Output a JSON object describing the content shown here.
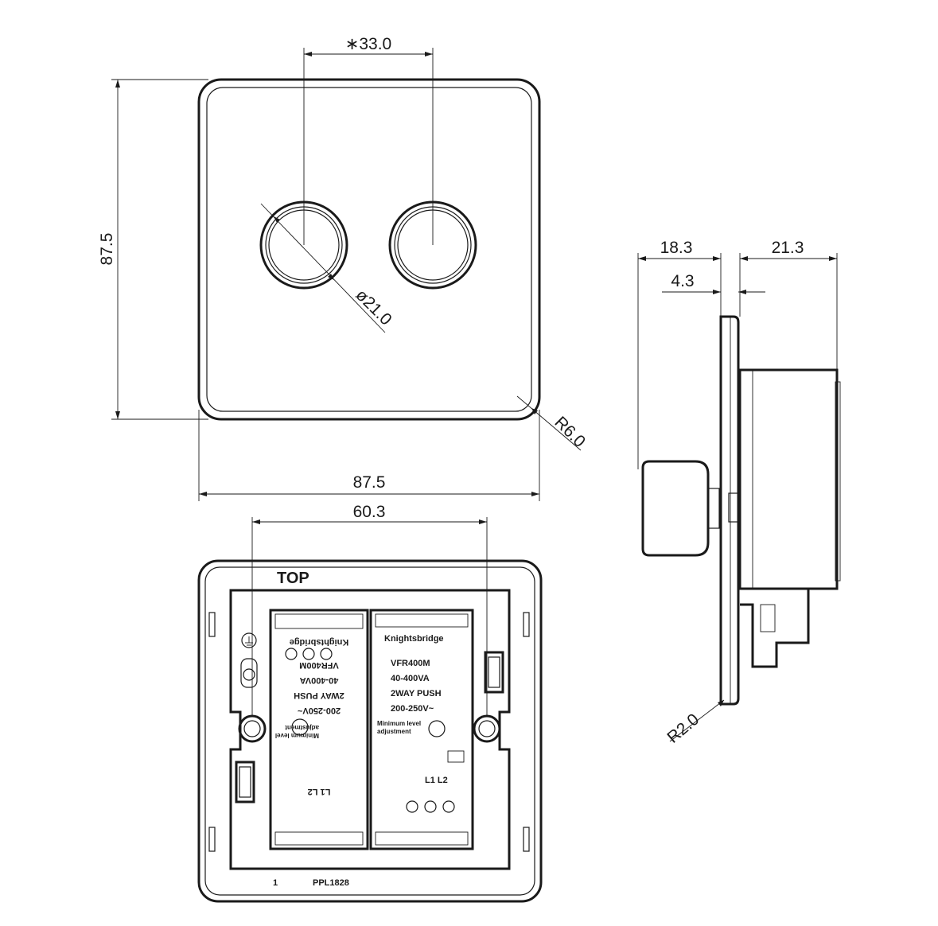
{
  "front_view": {
    "dim_width": "87.5",
    "dim_height": "87.5",
    "dim_centres": "∗33.0",
    "dim_knob_dia": "ø21.0",
    "dim_corner_radius": "R6.0"
  },
  "rear_view": {
    "top_label": "TOP",
    "dim_fixing_centres": "60.3",
    "module_left": {
      "brand": "Knightsbridge",
      "model": "VFR400M",
      "rating": "40-400VA",
      "type": "2WAY PUSH",
      "voltage": "200-250V~",
      "min_level_1": "Minimum level",
      "min_level_2": "adjustment",
      "terminals": "L1  L2"
    },
    "module_right": {
      "brand": "Knightsbridge",
      "model": "VFR400M",
      "rating": "40-400VA",
      "type": "2WAY PUSH",
      "voltage": "200-250V~",
      "min_level_1": "Minimum level",
      "min_level_2": "adjustment",
      "terminals": "L1  L2"
    },
    "gang_number": "1",
    "part_code": "PPL1828"
  },
  "side_view": {
    "dim_knob_depth": "18.3",
    "dim_back_depth": "21.3",
    "dim_plate": "4.3",
    "dim_edge_radius": "R2.0"
  }
}
